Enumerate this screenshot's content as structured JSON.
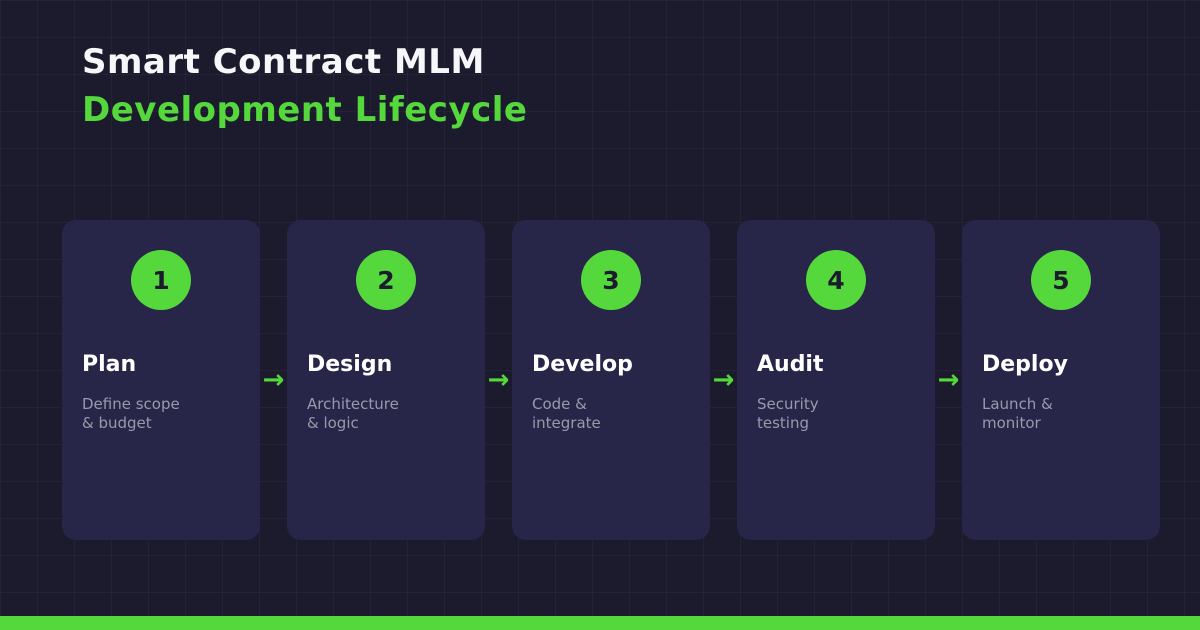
{
  "header": {
    "title_line1": "Smart Contract MLM",
    "title_line2": "Development Lifecycle"
  },
  "steps": [
    {
      "number": "1",
      "title": "Plan",
      "subtitle_line1": "Define scope",
      "subtitle_line2": "& budget"
    },
    {
      "number": "2",
      "title": "Design",
      "subtitle_line1": "Architecture",
      "subtitle_line2": "& logic"
    },
    {
      "number": "3",
      "title": "Develop",
      "subtitle_line1": "Code &",
      "subtitle_line2": "integrate"
    },
    {
      "number": "4",
      "title": "Audit",
      "subtitle_line1": "Security",
      "subtitle_line2": "testing"
    },
    {
      "number": "5",
      "title": "Deploy",
      "subtitle_line1": "Launch &",
      "subtitle_line2": "monitor"
    }
  ],
  "arrow_glyph": "→",
  "colors": {
    "background": "#1c1b2e",
    "card": "#272648",
    "accent_green": "#55d83c",
    "text_primary": "#ffffff",
    "text_muted": "#9a99ab"
  }
}
